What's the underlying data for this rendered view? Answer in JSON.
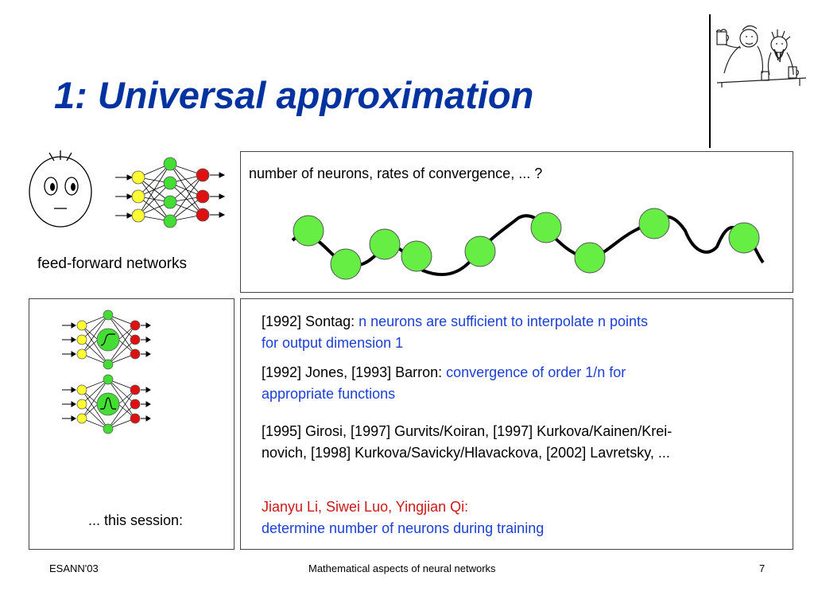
{
  "slide": {
    "title": "1: Universal approximation"
  },
  "top_panel": {
    "question": "number of neurons, rates of convergence, ... ?"
  },
  "left_area": {
    "ffn_label": "feed-forward networks",
    "session_label": "... this session:"
  },
  "references": [
    {
      "prefix": "[1992] Sontag: ",
      "line1": "n neurons are sufficient to interpolate n points",
      "line2": "for output dimension 1"
    },
    {
      "prefix": "[1992] Jones, [1993] Barron: ",
      "line1": "convergence of order 1/n for",
      "line2": "appropriate functions"
    },
    {
      "line1": "[1995] Girosi, [1997] Gurvits/Koiran, [1997] Kurkova/Kainen/Krei-",
      "line2": "novich, [1998] Kurkova/Savicky/Hlavackova, [2002] Lavretsky, ..."
    },
    {
      "line1": "Jianyu Li, Siwei Luo, Yingjian Qi:",
      "line2": "determine number of neurons during training"
    }
  ],
  "footer": {
    "left": "ESANN'03",
    "center": "Mathematical aspects of neural networks",
    "page": "7"
  },
  "colors": {
    "title": "#0033a0",
    "citation_blue": "#1c3fd6",
    "highlight_red": "#d01818",
    "input_neuron": "#ffff33",
    "hidden_neuron": "#44dd33",
    "output_neuron": "#dd1111",
    "curve_node": "#66ee44"
  },
  "icons": [
    "cartoon-face-icon",
    "network-diagram-icon",
    "cartoon-sketch-icon",
    "sigmoid-neuron-icon",
    "bump-neuron-icon"
  ]
}
